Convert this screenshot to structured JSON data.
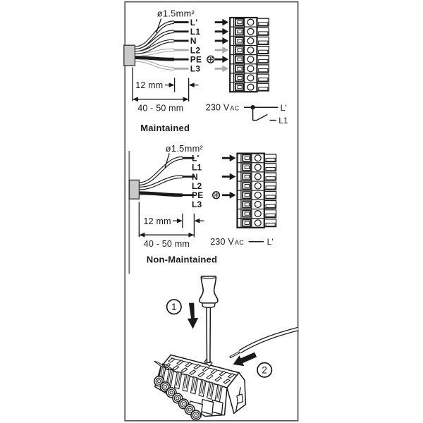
{
  "colors": {
    "ink": "#1a1a1a",
    "gray": "#a9a9a9",
    "sleeve_fill": "#c9c9c9",
    "border": "#575757"
  },
  "maintained": {
    "title": "Maintained",
    "gauge": "ø1.5mm²",
    "strip_dim": "12 mm",
    "length_dim": "40 - 50 mm",
    "wires": [
      {
        "label": "L'",
        "gray": false,
        "connected": true
      },
      {
        "label": "L1",
        "gray": false,
        "connected": true
      },
      {
        "label": "N",
        "gray": false,
        "connected": true
      },
      {
        "label": "L2",
        "gray": true,
        "connected": true
      },
      {
        "label": "PE",
        "gray": false,
        "connected": true,
        "earth": true
      },
      {
        "label": "L3",
        "gray": true,
        "connected": true
      }
    ],
    "supply": {
      "voltage": "230 V",
      "ac": "AC",
      "out1": "L'",
      "out2": "L1"
    }
  },
  "non_maintained": {
    "title": "Non-Maintained",
    "gauge": "ø1.5mm²",
    "strip_dim": "12 mm",
    "length_dim": "40 - 50 mm",
    "wires": [
      {
        "label": "L'",
        "gray": false,
        "connected": true
      },
      {
        "label": "L1",
        "gray": false,
        "connected": false
      },
      {
        "label": "N",
        "gray": false,
        "connected": true
      },
      {
        "label": "L2",
        "gray": false,
        "connected": false
      },
      {
        "label": "PE",
        "gray": false,
        "connected": true,
        "earth": true
      },
      {
        "label": "L3",
        "gray": false,
        "connected": false
      }
    ],
    "supply": {
      "voltage": "230 V",
      "ac": "AC",
      "out1": "L'"
    }
  },
  "installation": {
    "step1": "1",
    "step2": "2"
  }
}
